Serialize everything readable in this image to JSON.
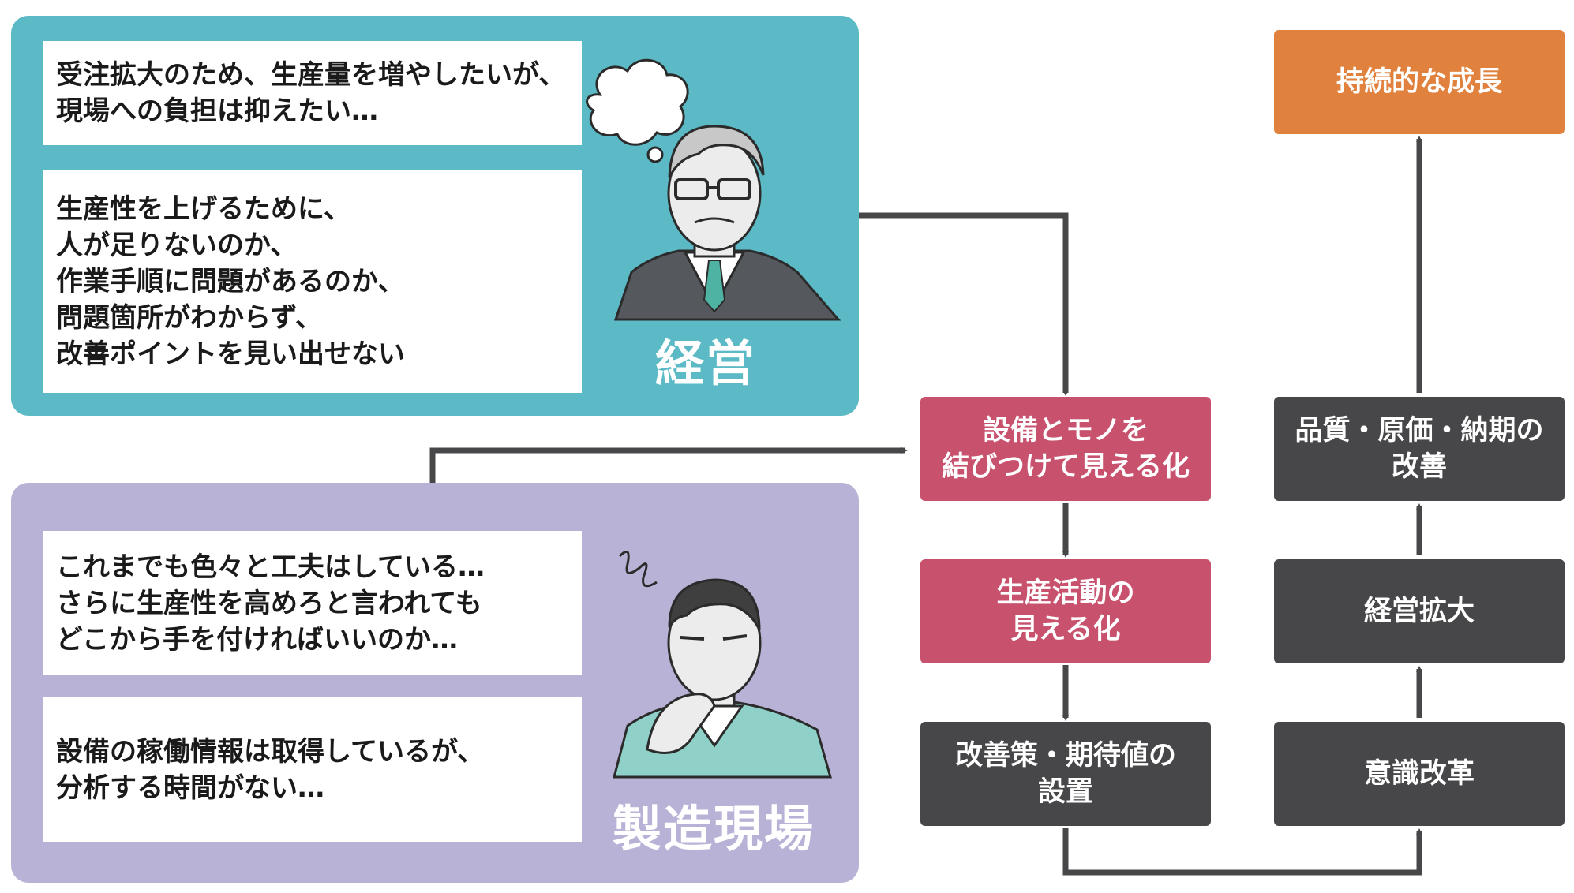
{
  "management": {
    "label": "経営",
    "note1": [
      "受注拡大のため、生産量を増やしたいが、",
      "現場への負担は抑えたい…"
    ],
    "note2": [
      "生産性を上げるために、",
      "人が足りないのか、",
      "作業手順に問題があるのか、",
      "問題箇所がわからず、",
      "改善ポイントを見い出せない"
    ]
  },
  "site": {
    "label": "製造現場",
    "note1": [
      "これまでも色々と工夫はしている…",
      "さらに生産性を高めろと言われても",
      "どこから手を付ければいいのか…"
    ],
    "note2": [
      "設備の稼働情報は取得しているが、",
      "分析する時間がない…"
    ]
  },
  "flow": {
    "visualize_equipment": [
      "設備とモノを",
      "結びつけて見える化"
    ],
    "visualize_production": [
      "生産活動の",
      "見える化"
    ],
    "measures": [
      "改善策・期待値の",
      "設置"
    ],
    "awareness": [
      "意識改革"
    ],
    "expansion": [
      "経営拡大"
    ],
    "qcd": [
      "品質・原価・納期の",
      "改善"
    ],
    "growth": [
      "持続的な成長"
    ]
  },
  "colors": {
    "management_panel": "#5BBAC6",
    "site_panel": "#B8B3D6",
    "pink_box": "#C8526E",
    "dark_box": "#474749",
    "orange_box": "#E0823E",
    "connector": "#474749"
  },
  "icons": [
    "thought-cloud-icon",
    "manager-person-icon",
    "worried-scribble-icon",
    "worker-thinking-person-icon"
  ]
}
